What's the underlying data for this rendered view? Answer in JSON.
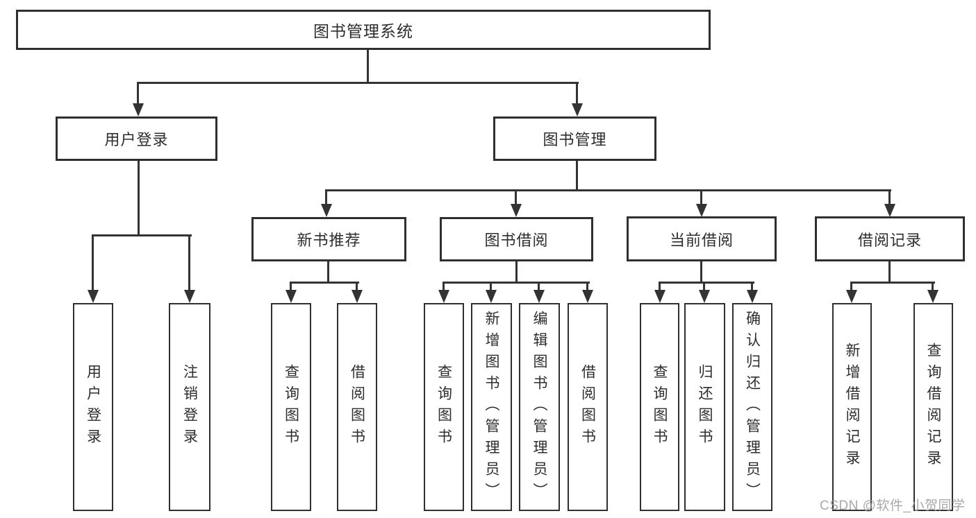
{
  "root": {
    "label": "图书管理系统"
  },
  "level2": {
    "user_login": {
      "label": "用户登录"
    },
    "book_mgmt": {
      "label": "图书管理"
    }
  },
  "level3": {
    "new_books": {
      "label": "新书推荐"
    },
    "book_borrow": {
      "label": "图书借阅"
    },
    "current_borrow": {
      "label": "当前借阅"
    },
    "borrow_records": {
      "label": "借阅记录"
    }
  },
  "leaves": {
    "user_login": [
      "用户登录",
      "注销登录"
    ],
    "new_books": [
      "查询图书",
      "借阅图书"
    ],
    "book_borrow": [
      "查询图书",
      "新增图书（管理员）",
      "编辑图书（管理员）",
      "借阅图书"
    ],
    "current_borrow": [
      "查询图书",
      "归还图书",
      "确认归还（管理员）"
    ],
    "borrow_records": [
      "新增借阅记录",
      "查询借阅记录"
    ]
  },
  "watermark": "CSDN @软件_小贺同学",
  "colors": {
    "line": "#333333",
    "border": "#2f2f2f",
    "text": "#2d2d2d",
    "watermark": "#9e9e9e",
    "background": "#ffffff"
  }
}
